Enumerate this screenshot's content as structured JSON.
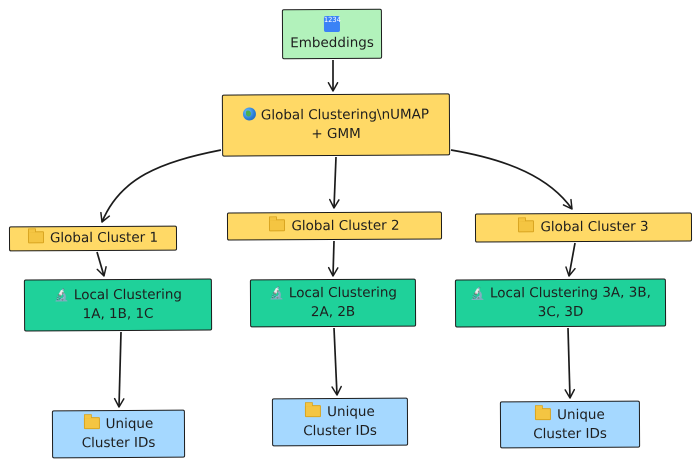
{
  "nodes": {
    "embeddings": {
      "label": "Embeddings",
      "icon": "numbers-icon",
      "icon_text": "1234",
      "color": "#b2f2bb"
    },
    "global_clustering": {
      "label": "Global Clustering\\nUMAP + GMM",
      "icon": "globe-icon",
      "color": "#ffd966"
    },
    "global_cluster_1": {
      "label": "Global Cluster 1",
      "icon": "folder-icon",
      "color": "#ffd966"
    },
    "global_cluster_2": {
      "label": "Global Cluster 2",
      "icon": "folder-icon",
      "color": "#ffd966"
    },
    "global_cluster_3": {
      "label": "Global Cluster 3",
      "icon": "folder-icon",
      "color": "#ffd966"
    },
    "local_clustering_1": {
      "label": "Local Clustering 1A, 1B, 1C",
      "icon": "microscope-icon",
      "color": "#1fd19a"
    },
    "local_clustering_2": {
      "label": "Local Clustering 2A, 2B",
      "icon": "microscope-icon",
      "color": "#1fd19a"
    },
    "local_clustering_3": {
      "label": "Local Clustering 3A, 3B, 3C, 3D",
      "icon": "microscope-icon",
      "color": "#1fd19a"
    },
    "unique_ids_1": {
      "label": "Unique Cluster IDs",
      "icon": "folder-icon",
      "color": "#a5d8ff"
    },
    "unique_ids_2": {
      "label": "Unique Cluster IDs",
      "icon": "folder-icon",
      "color": "#a5d8ff"
    },
    "unique_ids_3": {
      "label": "Unique Cluster IDs",
      "icon": "folder-icon",
      "color": "#a5d8ff"
    }
  },
  "edges": [
    {
      "from": "embeddings",
      "to": "global_clustering"
    },
    {
      "from": "global_clustering",
      "to": "global_cluster_1"
    },
    {
      "from": "global_clustering",
      "to": "global_cluster_2"
    },
    {
      "from": "global_clustering",
      "to": "global_cluster_3"
    },
    {
      "from": "global_cluster_1",
      "to": "local_clustering_1"
    },
    {
      "from": "global_cluster_2",
      "to": "local_clustering_2"
    },
    {
      "from": "global_cluster_3",
      "to": "local_clustering_3"
    },
    {
      "from": "local_clustering_1",
      "to": "unique_ids_1"
    },
    {
      "from": "local_clustering_2",
      "to": "unique_ids_2"
    },
    {
      "from": "local_clustering_3",
      "to": "unique_ids_3"
    }
  ]
}
